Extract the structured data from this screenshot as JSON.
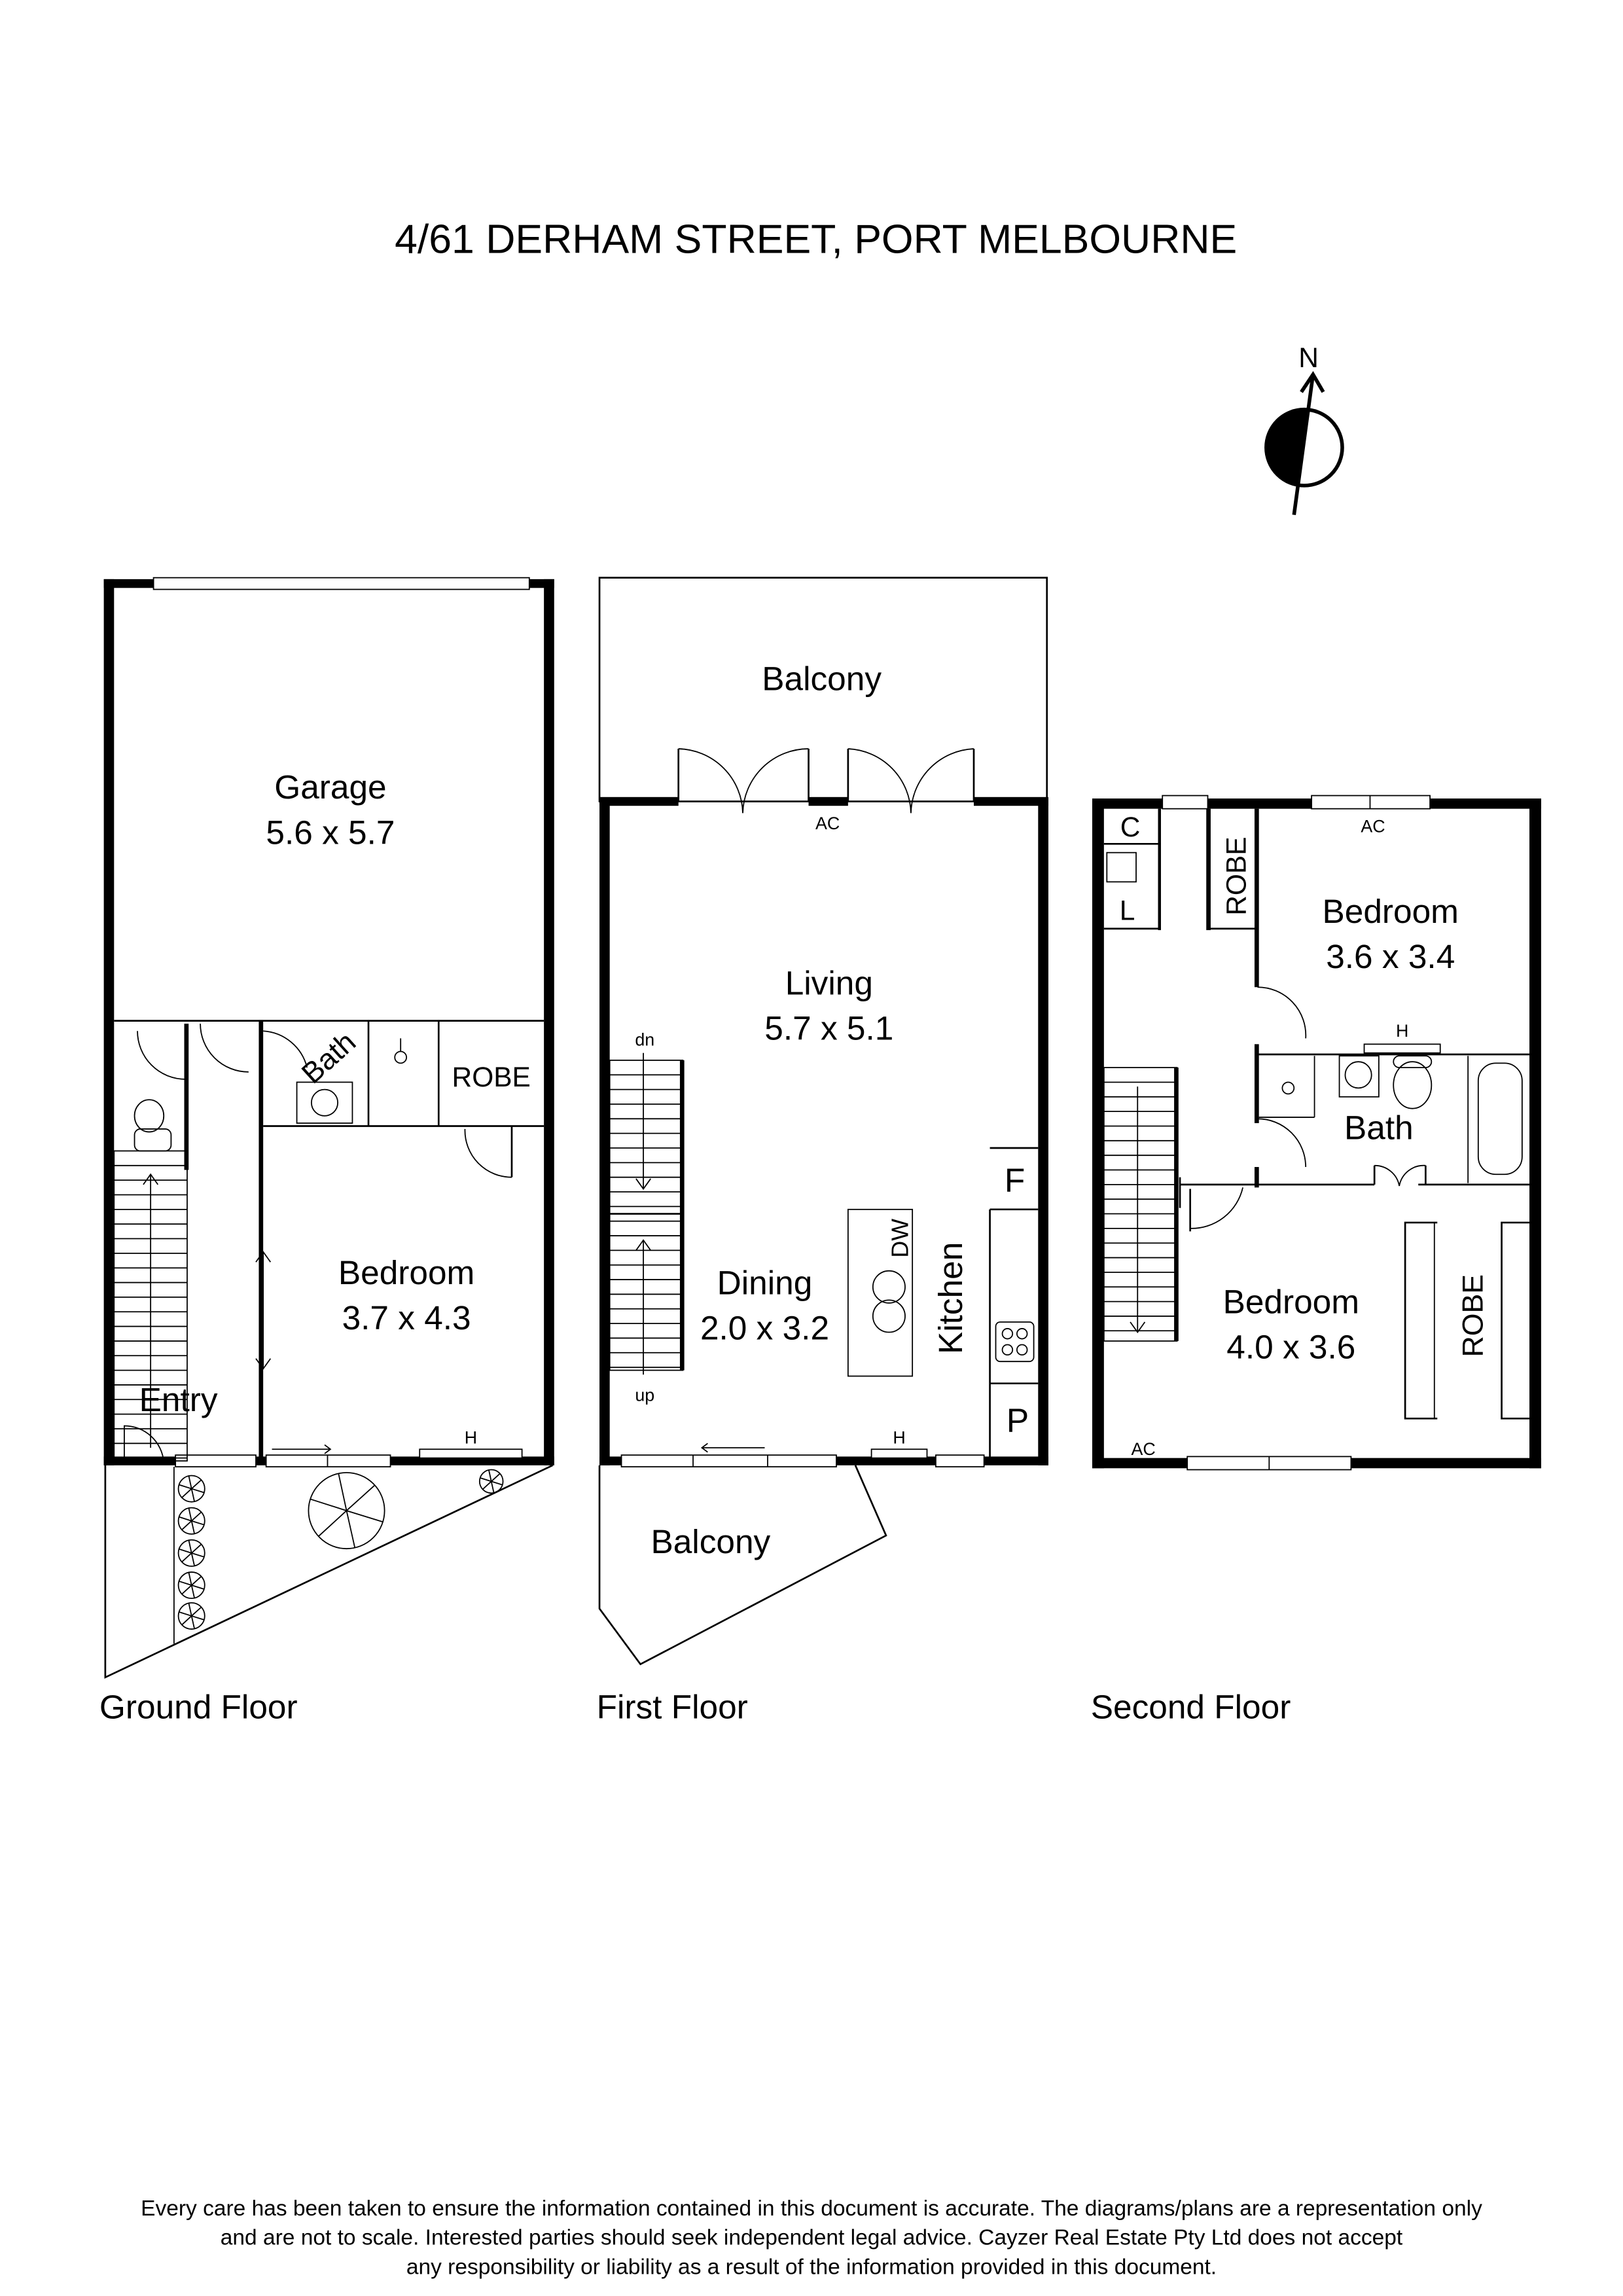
{
  "title": "4/61 DERHAM STREET, PORT MELBOURNE",
  "compass": {
    "label": "N"
  },
  "ground_floor": {
    "label": "Ground Floor",
    "garage": {
      "name": "Garage",
      "size": "5.6 x 5.7"
    },
    "bath": "Bath",
    "robe": "ROBE",
    "bedroom": {
      "name": "Bedroom",
      "size": "3.7 x 4.3"
    },
    "entry": "Entry",
    "heater": "H"
  },
  "first_floor": {
    "label": "First Floor",
    "balcony_top": "Balcony",
    "balcony_bottom": "Balcony",
    "ac": "AC",
    "living": {
      "name": "Living",
      "size": "5.7 x 5.1"
    },
    "dining": {
      "name": "Dining",
      "size": "2.0 x 3.2"
    },
    "kitchen": "Kitchen",
    "dishwasher": "DW",
    "fridge": "F",
    "pantry": "P",
    "stairs_down": "dn",
    "stairs_up": "up",
    "heater": "H"
  },
  "second_floor": {
    "label": "Second Floor",
    "closet": "C",
    "laundry": "L",
    "robe_top": "ROBE",
    "ac_top": "AC",
    "bedroom1": {
      "name": "Bedroom",
      "size": "3.6 x 3.4"
    },
    "heater": "H",
    "bath": "Bath",
    "bedroom2": {
      "name": "Bedroom",
      "size": "4.0 x 3.6"
    },
    "robe_right": "ROBE",
    "ac_bottom": "AC"
  },
  "disclaimer": [
    "Every care has been taken to ensure the information contained in this document is accurate. The diagrams/plans are a representation only",
    "and are not to scale. Interested parties should seek independent legal advice. Cayzer Real Estate Pty Ltd does not accept",
    "any responsibility or liability as a result of the information provided in this document."
  ]
}
